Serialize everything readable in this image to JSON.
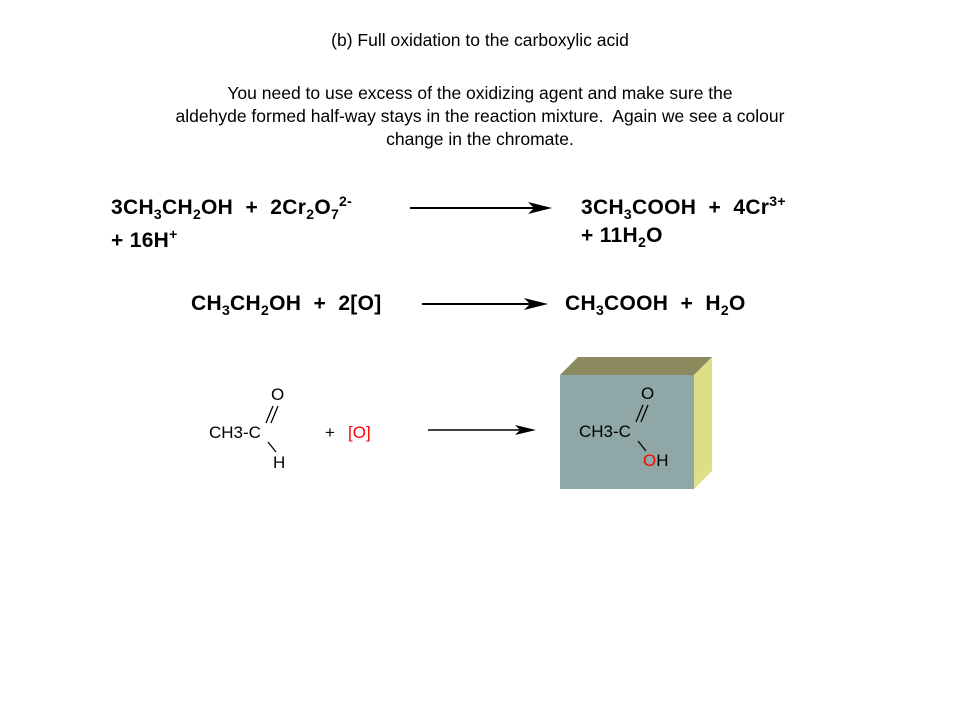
{
  "slide": {
    "title": "(b) Full oxidation to the carboxylic acid",
    "body_line_1": "You need to use excess of the oxidizing agent and make sure the",
    "body_line_2": "aldehyde formed half-way stays in the reaction mixture.  Again we see a colour",
    "body_line_3": "change in the chromate."
  },
  "equation_1": {
    "reactant_a_coeff": "3CH",
    "reactant_a_sub1": "3",
    "reactant_a_mid": "CH",
    "reactant_a_sub2": "2",
    "reactant_a_end": "OH",
    "plus_1": "+",
    "reactant_b_coeff": "2Cr",
    "reactant_b_sub1": "2",
    "reactant_b_mid": "O",
    "reactant_b_sub2": "7",
    "reactant_b_sup": "2-",
    "plus_2": "+",
    "reactant_c": "16H",
    "reactant_c_sup": "+",
    "product_a_coeff": "3CH",
    "product_a_sub": "3",
    "product_a_end": "COOH",
    "plus_3": "+",
    "product_b": "4Cr",
    "product_b_sup": "3+",
    "plus_4": "+",
    "product_c_coeff": "11H",
    "product_c_sub": "2",
    "product_c_end": "O"
  },
  "equation_2": {
    "reactant_a": "CH",
    "reactant_a_sub1": "3",
    "reactant_a_mid": "CH",
    "reactant_a_sub2": "2",
    "reactant_a_end": "OH",
    "plus_1": "+",
    "reactant_b": "2[O]",
    "product_a": "CH",
    "product_a_sub": "3",
    "product_a_end": "COOH",
    "plus_2": "+",
    "product_b": "H",
    "product_b_sub": "2",
    "product_b_end": "O"
  },
  "structure_reaction": {
    "aldehyde": {
      "oxygen": "O",
      "left_group": "CH3-C",
      "hydrogen": "H"
    },
    "plus": "+",
    "oxidant": "[O]",
    "acid": {
      "oxygen": "O",
      "left_group": "CH3-C",
      "hydroxyl_o": "O",
      "hydroxyl_h": "H"
    }
  },
  "colors": {
    "text": "#000000",
    "oxidant_red": "#ff0000",
    "box_front": "#8fa7a7",
    "box_top": "#8a8a5e",
    "box_side": "#dede85"
  }
}
